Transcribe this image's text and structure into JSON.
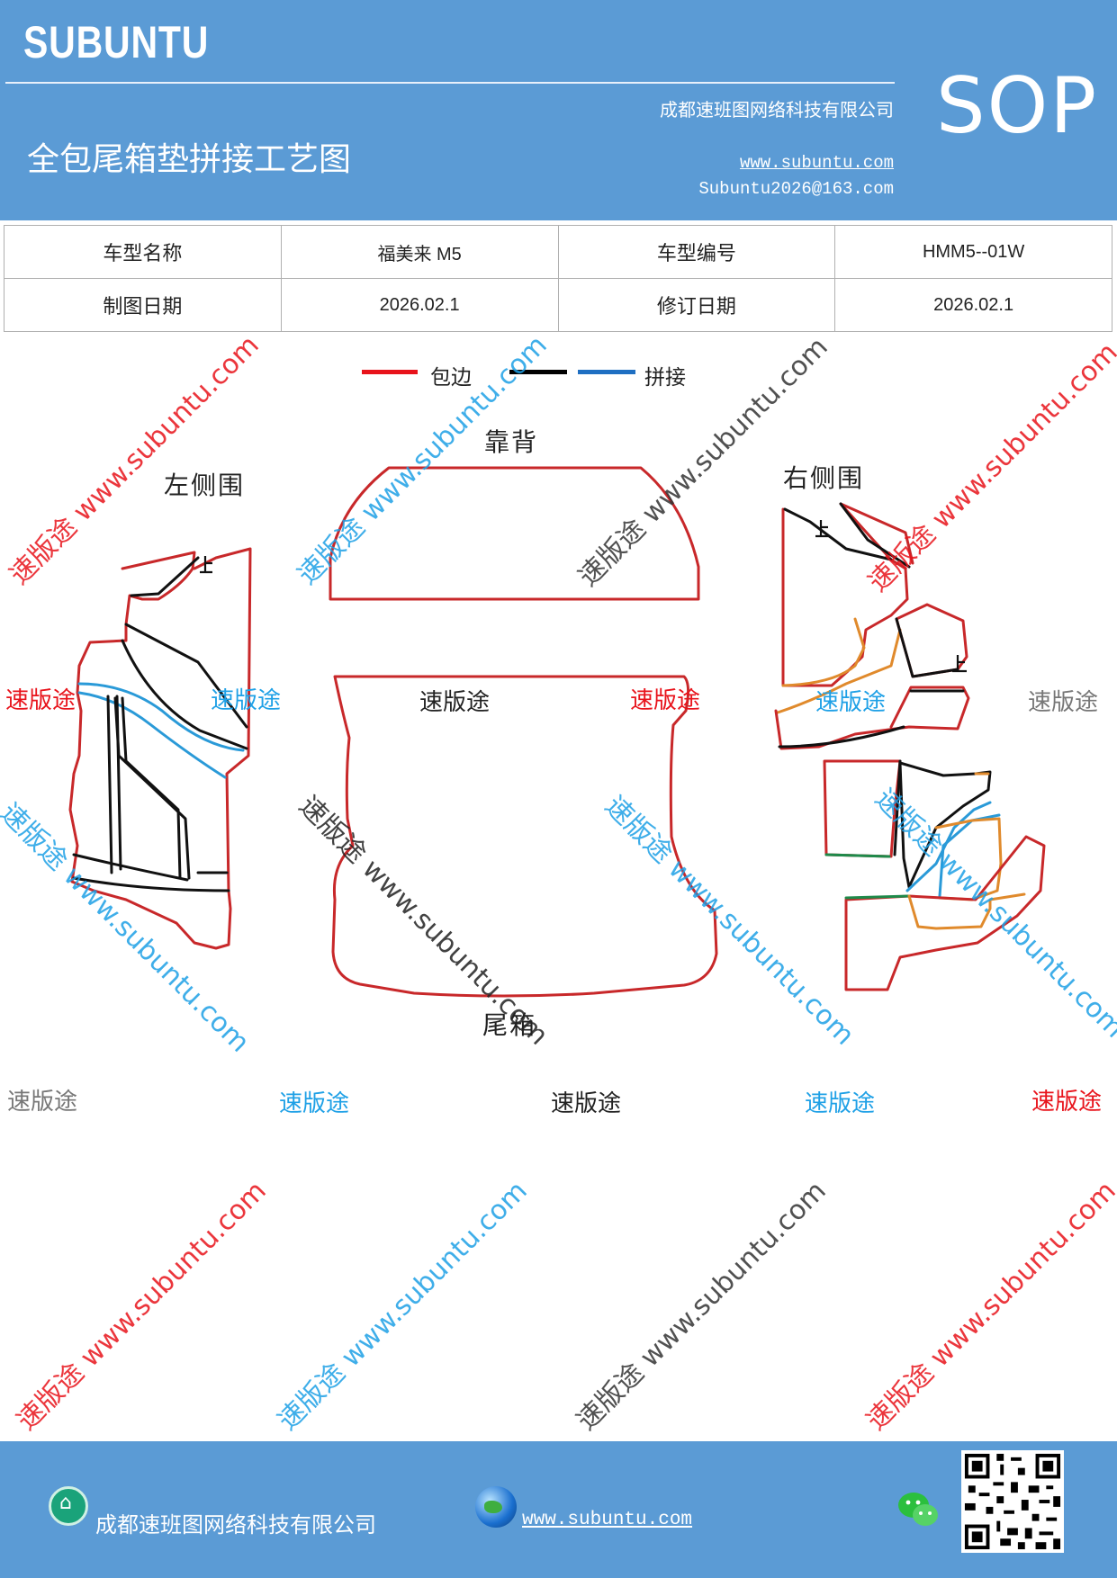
{
  "header": {
    "brand": "SUBUNTU",
    "company": "成都速班图网络科技有限公司",
    "sop": "SOP",
    "title": "全包尾箱垫拼接工艺图",
    "website": "www.subuntu.com",
    "email": "Subuntu2026@163.com"
  },
  "info_table": {
    "rows": [
      [
        "车型名称",
        "福美来 M5",
        "车型编号",
        "HMM5--01W"
      ],
      [
        "制图日期",
        "2026.02.1",
        "修订日期",
        "2026.02.1"
      ]
    ]
  },
  "legend": {
    "items": [
      {
        "label": "包边",
        "color": "#e8131b"
      },
      {
        "label": "",
        "color": "#000000"
      },
      {
        "label": "拼接",
        "color": "#1f6fc2"
      }
    ]
  },
  "panels": {
    "left": "左侧围",
    "back": "靠背",
    "right": "右侧围",
    "trunk": "尾箱",
    "center": "速版途"
  },
  "watermarks": {
    "word": "速版途",
    "url_line": "速版途 www.subuntu.com",
    "colors": {
      "red": "#e8131b",
      "blue": "#1ea0e6",
      "black": "#222222",
      "gray": "#777777"
    }
  },
  "footer": {
    "company": "成都速班图网络科技有限公司",
    "website": "www.subuntu.com "
  },
  "colors": {
    "header_bg": "#5b9bd5",
    "edge_red": "#c8282a",
    "seam_black": "#111111",
    "seam_blue": "#2a9ad8",
    "seam_orange": "#e08a2c",
    "seam_green": "#1e8a4a"
  }
}
